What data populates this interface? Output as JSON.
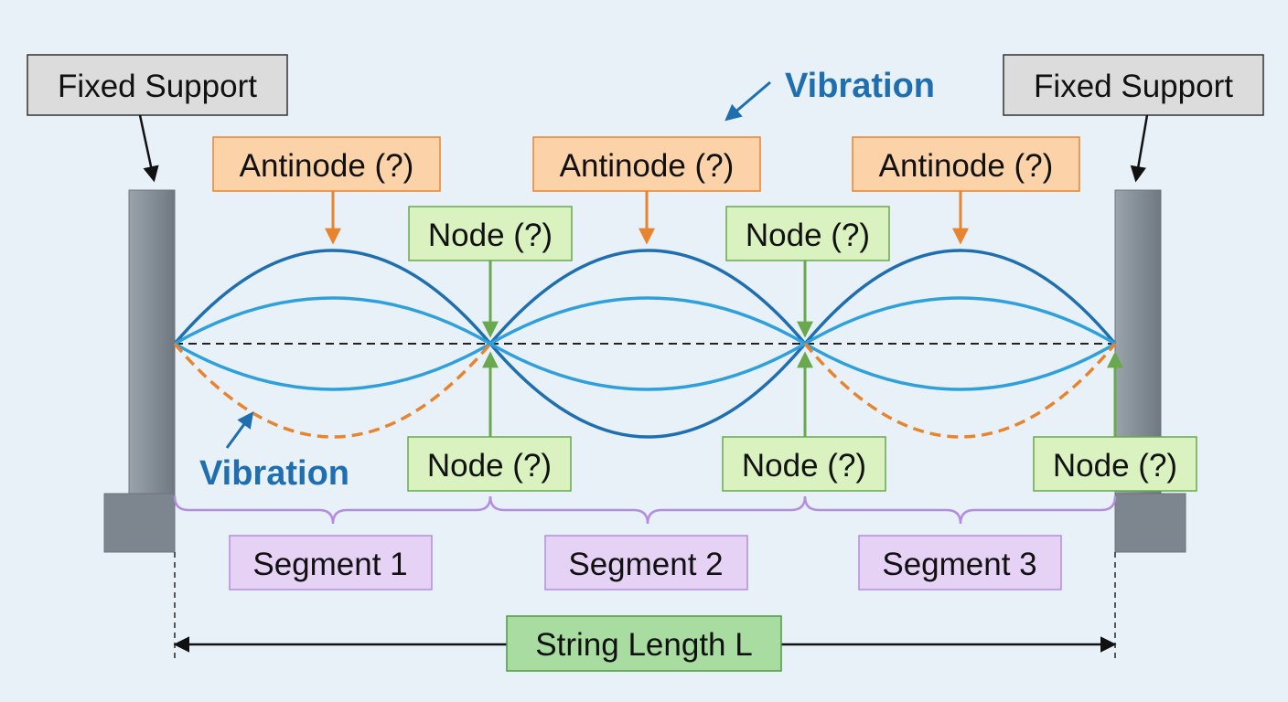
{
  "labels": {
    "fixed_support_left": "Fixed Support",
    "fixed_support_right": "Fixed Support",
    "vibration_top": "Vibration",
    "vibration_bottom": "Vibration",
    "antinodes": [
      "Antinode (?)",
      "Antinode (?)",
      "Antinode (?)"
    ],
    "nodes_top": [
      "Node (?)",
      "Node (?)"
    ],
    "nodes_bottom": [
      "Node (?)",
      "Node (?)",
      "Node (?)"
    ],
    "segments": [
      "Segment 1",
      "Segment 2",
      "Segment 3"
    ],
    "string_length": "String Length L"
  },
  "colors": {
    "background": "#e8f1f8",
    "wave_outer": "#1f6fb0",
    "wave_inner": "#2fa0dc",
    "wave_dashed": "#e8842e",
    "antinode_fill": "#fcd3a8",
    "antinode_border": "#e8842e",
    "node_fill": "#d9f2c0",
    "node_border": "#6aa84f",
    "segment_fill": "#e6d2f5",
    "segment_border": "#b48de0",
    "length_fill": "#a9dca0",
    "length_border": "#4c9a45",
    "support_fill": "#8a949c",
    "label_box_fill": "#dcdcdc",
    "vibration_text": "#1f6fb0"
  },
  "icons": [
    "arrow-down-icon",
    "arrow-up-icon",
    "double-arrow-icon",
    "curly-brace-icon"
  ]
}
